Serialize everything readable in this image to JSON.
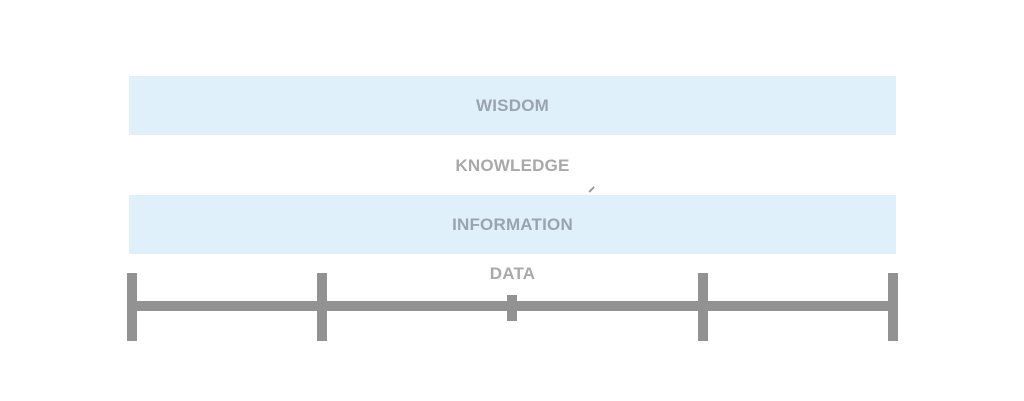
{
  "levels": {
    "wisdom": "WISDOM",
    "knowledge": "KNOWLEDGE",
    "information": "INFORMATION",
    "data": "DATA"
  },
  "colors": {
    "band": "#dff0fa",
    "band_text": "#9aa4b0",
    "plain_text": "#a9a9a9",
    "scale": "#929292"
  }
}
